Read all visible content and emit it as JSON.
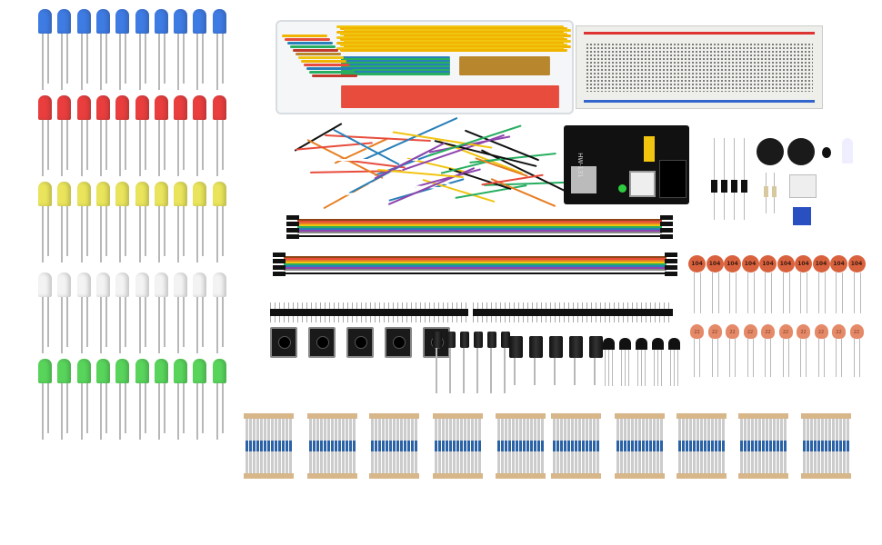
{
  "title": "Electronics component starter kit",
  "power_module": {
    "label": "HW-131"
  },
  "ceramic_caps_104": {
    "label": "104",
    "count": 10
  },
  "ceramic_caps_22": {
    "label": "22",
    "count": 10
  },
  "led_colors": [
    "#2a6de0",
    "#e82a2a",
    "#e7e24a",
    "#f2f2f2",
    "#46d04a"
  ],
  "resistor_packs": 10
}
